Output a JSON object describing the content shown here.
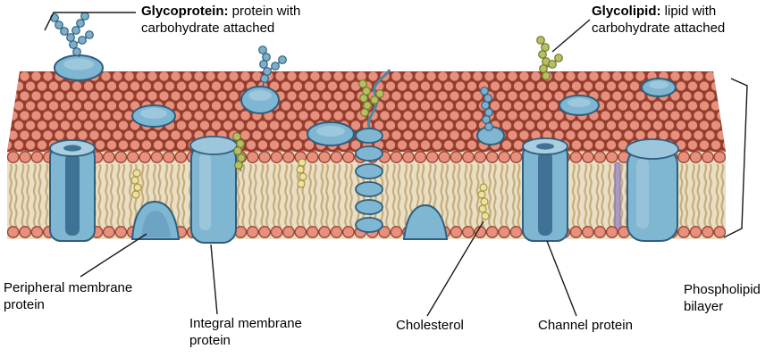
{
  "labels": {
    "glycoprotein": {
      "term": "Glycoprotein:",
      "desc": " protein with carbohydrate attached"
    },
    "glycolipid": {
      "term": "Glycolipid:",
      "desc": " lipid with carbohydrate attached"
    },
    "peripheral_membrane_protein": "Peripheral membrane protein",
    "integral_membrane_protein": "Integral membrane protein",
    "cholesterol": "Cholesterol",
    "channel_protein": "Channel protein",
    "phospholipid_bilayer": "Phospholipid bilayer"
  },
  "colors": {
    "phospholipid_head": "#E8907E",
    "head_outline": "#96402F",
    "top_surface_shadow": "#8F3A2E",
    "membrane_interior": "#EADFC4",
    "tail": "#C4AC7C",
    "protein_fill": "#7FB6D2",
    "protein_highlight": "#A9CEE0",
    "protein_outline": "#2E5F7E",
    "glycoprotein_bead": "#7FAECB",
    "glycolipid_bead": "#B9BE62",
    "cholesterol_bead": "#EDE1A2",
    "background": "#FFFFFF"
  }
}
